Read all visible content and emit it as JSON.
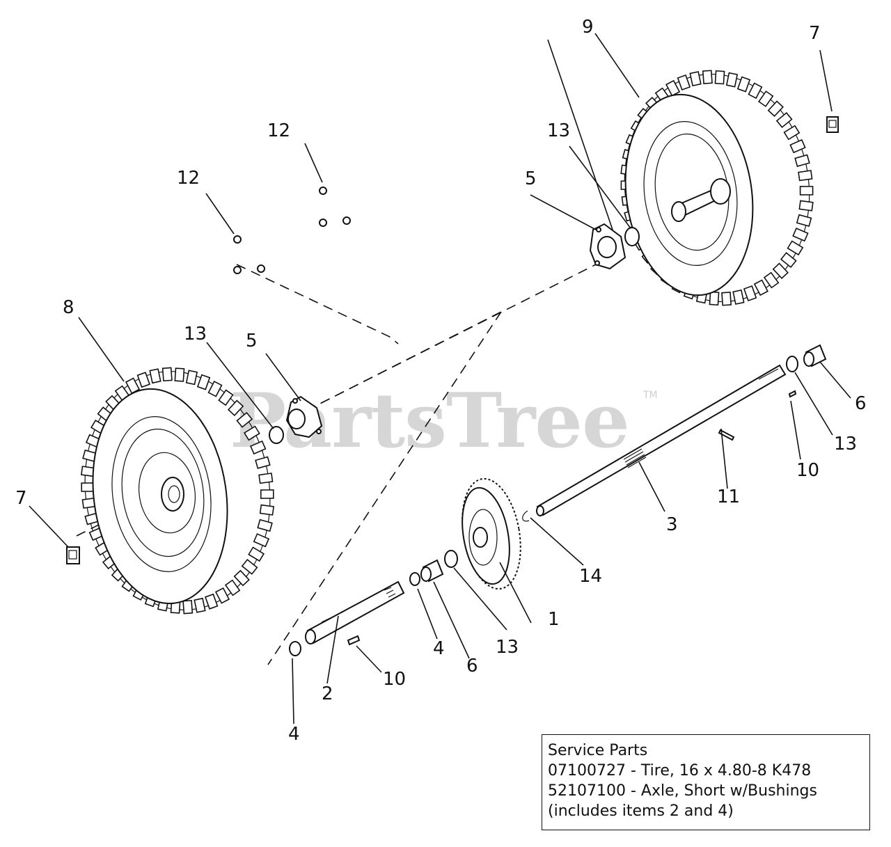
{
  "watermark": {
    "text": "PartsTree",
    "tm": "TM"
  },
  "callouts": {
    "c1": "1",
    "c2": "2",
    "c3": "3",
    "c4a": "4",
    "c4b": "4",
    "c5a": "5",
    "c5b": "5",
    "c6a": "6",
    "c6b": "6",
    "c7a": "7",
    "c7b": "7",
    "c8": "8",
    "c9": "9",
    "c10a": "10",
    "c10b": "10",
    "c11": "11",
    "c12a": "12",
    "c12b": "12",
    "c13a": "13",
    "c13b": "13",
    "c13c": "13",
    "c13d": "13",
    "c14": "14"
  },
  "service_parts": {
    "heading": "Service Parts",
    "line1": "07100727 - Tire, 16 x 4.80-8 K478",
    "line2": "52107100 - Axle, Short w/Bushings",
    "line3": "(includes items 2 and 4)"
  }
}
